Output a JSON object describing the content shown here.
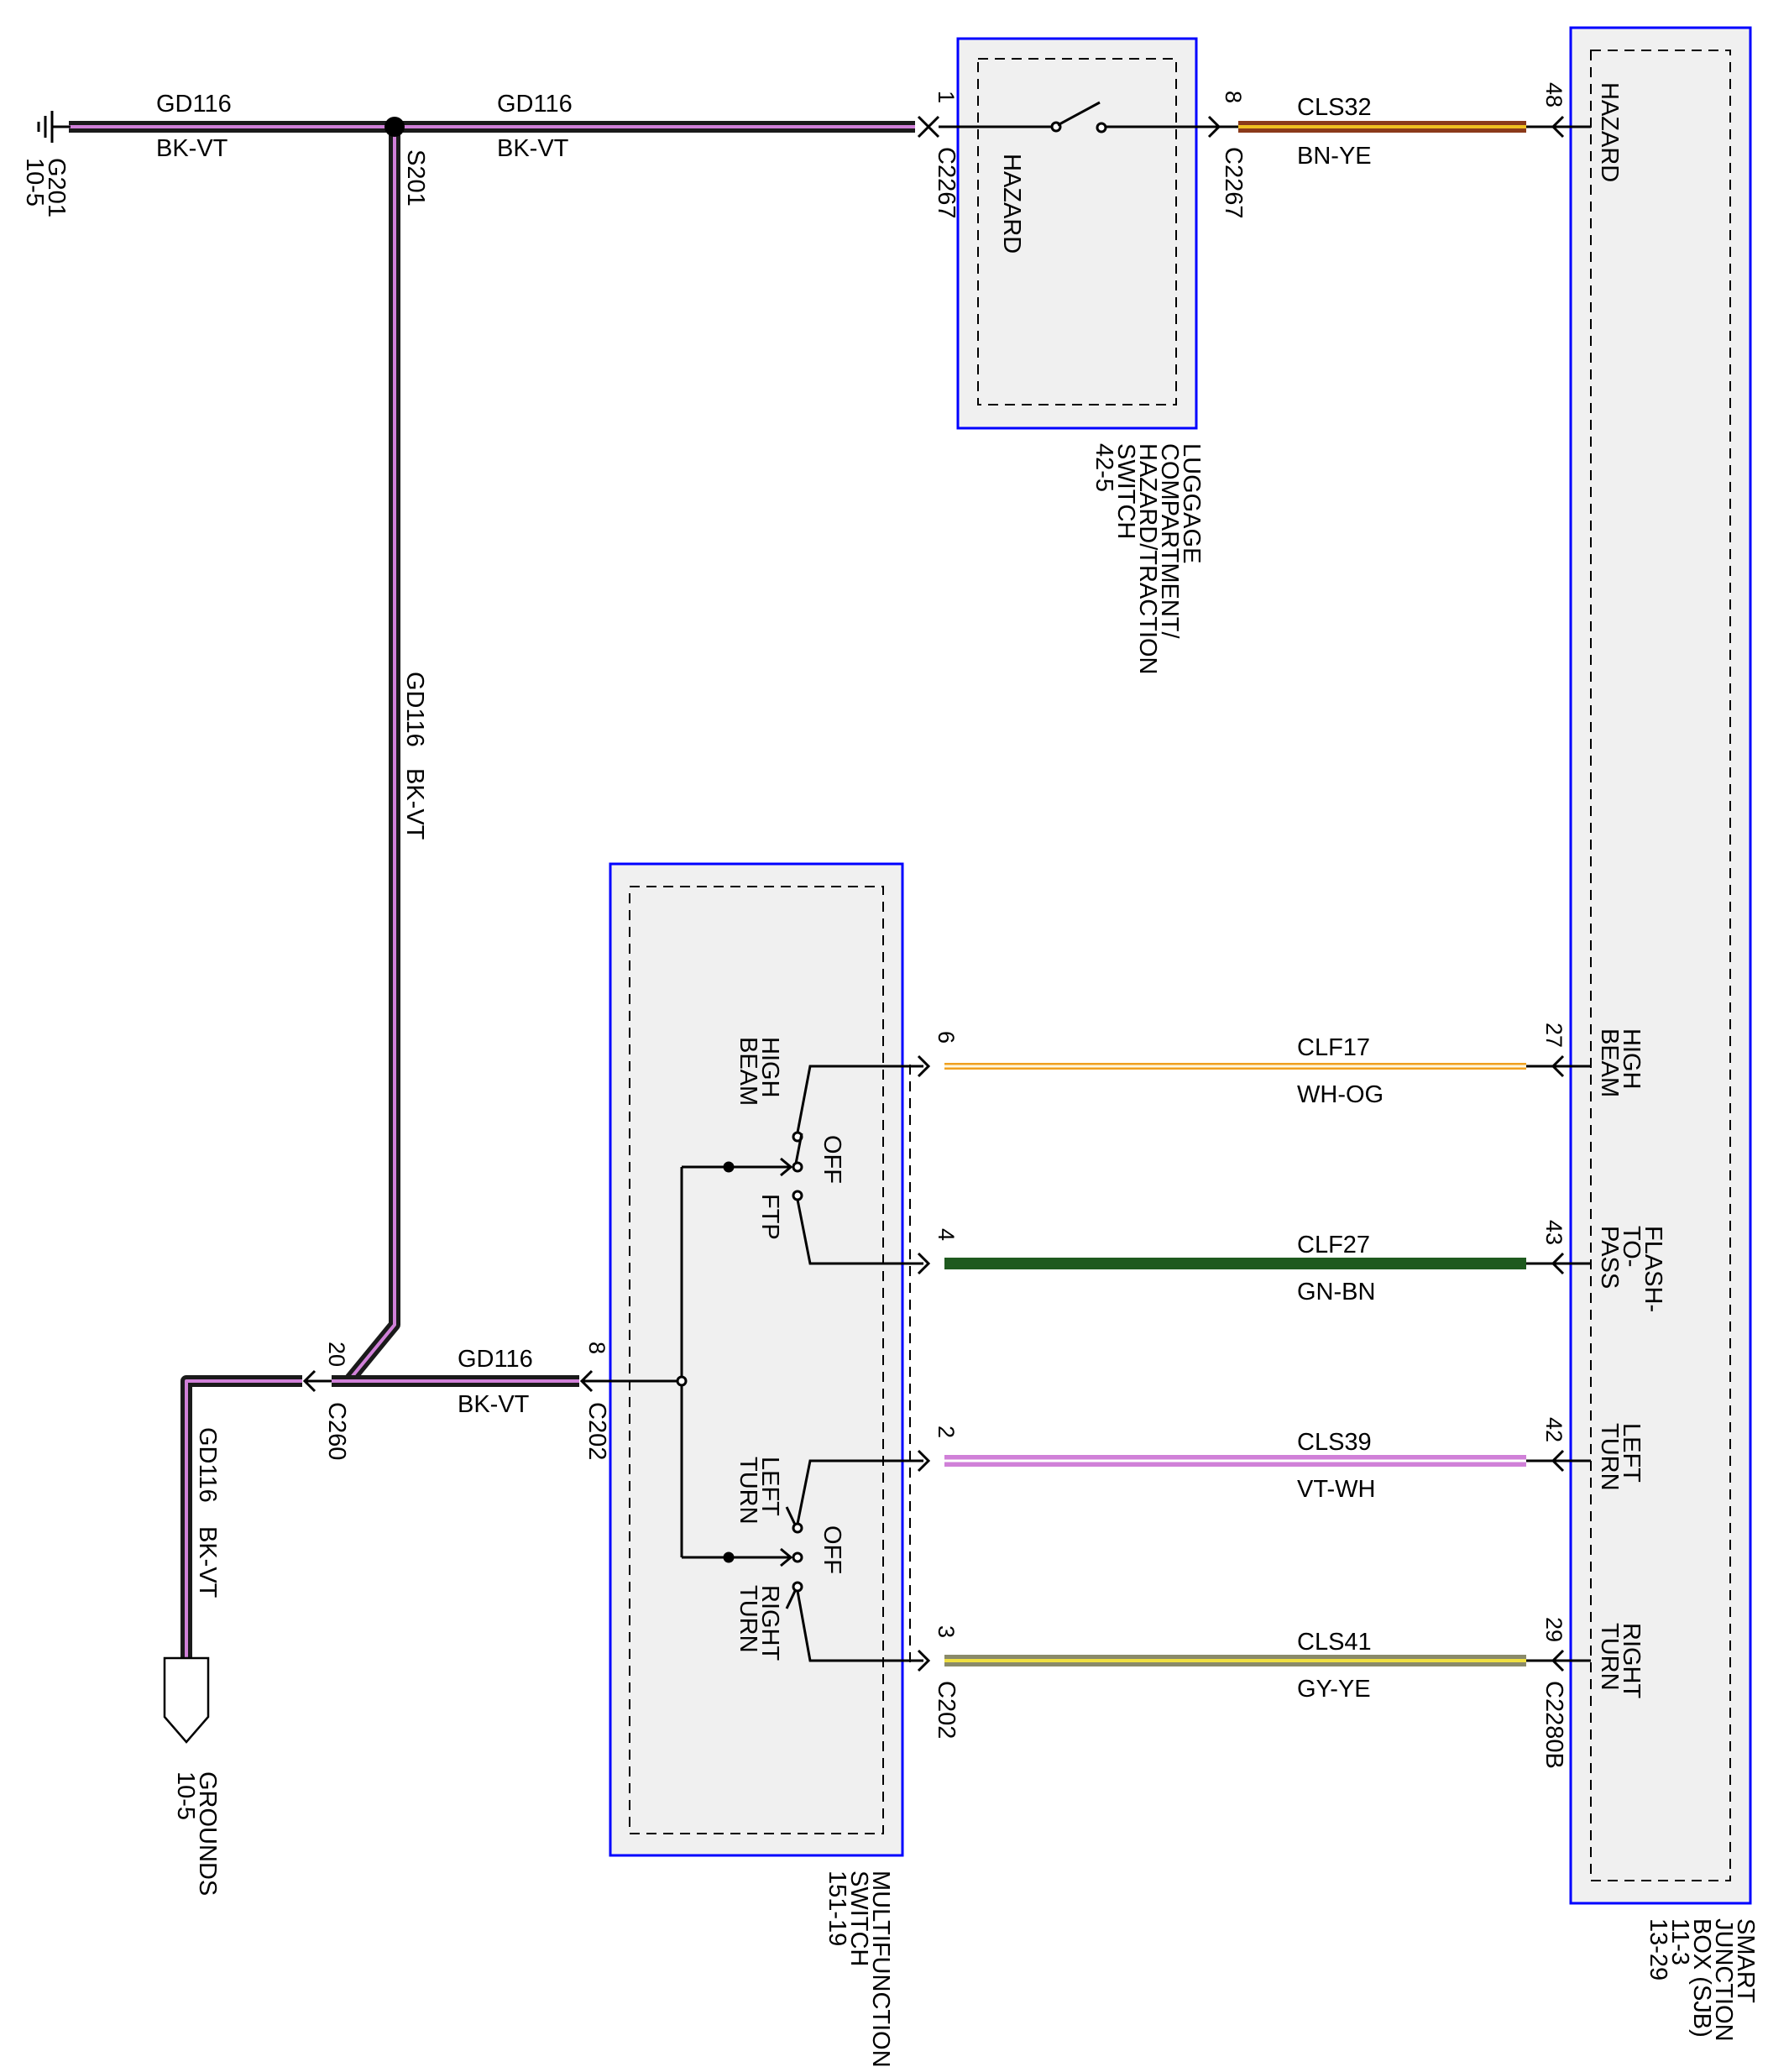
{
  "components": {
    "sjb": {
      "name_lines": [
        "SMART",
        "JUNCTION",
        "BOX (SJB)",
        "11-3",
        "13-29"
      ],
      "pins": {
        "hazard": {
          "label": [
            "HAZARD"
          ],
          "pin": "48"
        },
        "high_beam": {
          "label": [
            "HIGH",
            "BEAM"
          ],
          "pin": "27"
        },
        "flash_to_pass": {
          "label": [
            "FLASH-",
            "TO-",
            "PASS"
          ],
          "pin": "43"
        },
        "left_turn": {
          "label": [
            "LEFT",
            "TURN"
          ],
          "pin": "42"
        },
        "right_turn": {
          "label": [
            "RIGHT",
            "TURN"
          ],
          "pin": "29"
        }
      },
      "connector": "C2280B"
    },
    "luggage_switch": {
      "name_lines": [
        "LUGGAGE",
        "COMPARTMENT/",
        "HAZARD/TRACTION",
        "SWITCH",
        "42-5"
      ],
      "switch_label": "HAZARD",
      "pin_in": "1",
      "pin_out": "8",
      "connector": "C2267"
    },
    "multifunction_switch": {
      "name_lines": [
        "MULTIFUNCTION",
        "SWITCH",
        "151-19"
      ],
      "labels": {
        "high_beam": [
          "HIGH",
          "BEAM"
        ],
        "off1": "OFF",
        "ftp": "FTP",
        "left_turn": [
          "LEFT",
          "TURN"
        ],
        "off2": "OFF",
        "right_turn": [
          "RIGHT",
          "TURN"
        ]
      },
      "pins": {
        "p6": "6",
        "p4": "4",
        "p2": "2",
        "p3": "3",
        "p8": "8"
      },
      "connector": "C202"
    }
  },
  "grounds": {
    "g201": {
      "name": "G201",
      "ref": "10-5"
    },
    "splice": "S201",
    "c260": {
      "connector": "C260",
      "pin": "20"
    },
    "grounds_ref": {
      "name": "GROUNDS",
      "ref": "10-5"
    }
  },
  "wires": {
    "gd116": {
      "circuit": "GD116",
      "color": "BK-VT"
    },
    "cls32": {
      "circuit": "CLS32",
      "color": "BN-YE"
    },
    "clf17": {
      "circuit": "CLF17",
      "color": "WH-OG"
    },
    "clf27": {
      "circuit": "CLF27",
      "color": "GN-BN"
    },
    "cls39": {
      "circuit": "CLS39",
      "color": "VT-WH"
    },
    "cls41": {
      "circuit": "CLS41",
      "color": "GY-YE"
    }
  },
  "colors": {
    "module_border": "#0000ff",
    "module_fill": "#f0f0f0",
    "black": "#1a1a1a",
    "violet": "#d080d8",
    "brown": "#8b3a1a",
    "yellow": "#f0c020",
    "white": "#ffffff",
    "orange": "#f0a020",
    "green": "#1f5a1f",
    "gray": "#8a8a6a"
  }
}
